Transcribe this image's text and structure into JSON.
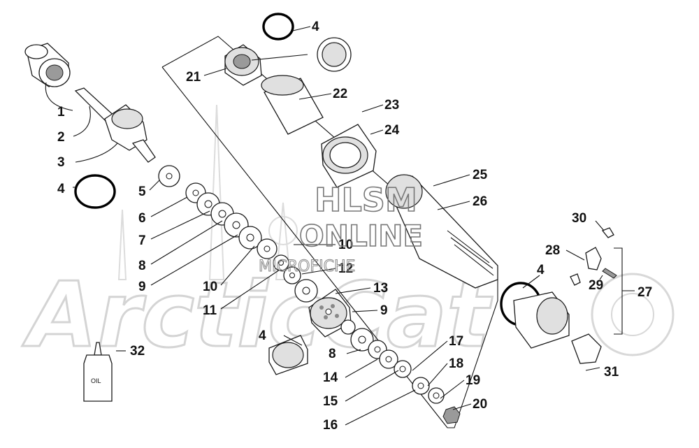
{
  "watermark": {
    "line1": "HLSM",
    "line2": "ONLINE",
    "line3": "MICROFICHE",
    "background_logo_text": "ArcticCat"
  },
  "oil_bottle": {
    "label": "OIL"
  },
  "callouts": {
    "c1": "1",
    "c2": "2",
    "c3": "3",
    "c4a": "4",
    "c4b": "4",
    "c4c": "4",
    "c4d": "4",
    "c5": "5",
    "c6": "6",
    "c7": "7",
    "c8a": "8",
    "c8b": "8",
    "c9a": "9",
    "c9b": "9",
    "c10a": "10",
    "c10b": "10",
    "c11": "11",
    "c12": "12",
    "c13": "13",
    "c14": "14",
    "c15": "15",
    "c16": "16",
    "c17": "17",
    "c18": "18",
    "c19": "19",
    "c20": "20",
    "c21": "21",
    "c22": "22",
    "c23": "23",
    "c24": "24",
    "c25": "25",
    "c26": "26",
    "c27": "27",
    "c28": "28",
    "c29": "29",
    "c30": "30",
    "c31": "31",
    "c32": "32"
  },
  "colors": {
    "ink": "#111111",
    "watermark": "#777777",
    "background_logo": "#d4d4d4"
  }
}
